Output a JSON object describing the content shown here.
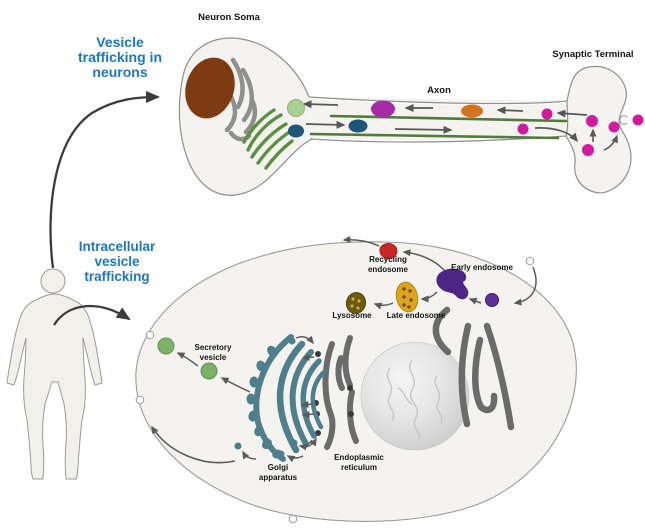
{
  "headings": {
    "neurons": "Vesicle\ntrafficking in\nneurons",
    "cell": "Intracellular\nvesicle\ntrafficking"
  },
  "labels": {
    "neuron_soma": "Neuron Soma",
    "axon": "Axon",
    "synaptic_terminal": "Synaptic Terminal",
    "secretory_vesicle": "Secretory\nvesicle",
    "golgi": "Golgi\napparatus",
    "er": "Endoplasmic\nreticulum",
    "recycling_endosome": "Recycling\nendosome",
    "early_endosome": "Early endosome",
    "late_endosome": "Late endosome",
    "lysosome": "Lysosome"
  },
  "colors": {
    "heading_blue": "#1b77c0",
    "membrane_fill": "#f4f3f0",
    "membrane_stroke": "#9a9a9a",
    "nucleus_brown": "#7e3a10",
    "soma_er_gray": "#8f8f8f",
    "soma_golgi_green": "#5b9043",
    "microtubule_green": "#507c3a",
    "synaptic_vesicle_magenta": "#d21a9e",
    "retrograde_cargo_purple": "#a62aa4",
    "cargo_orange": "#d4731f",
    "anterograde_cargo_blue": "#1f5578",
    "light_green_vesicle": "#abd093",
    "secretory_vesicle_green": "#7db167",
    "golgi_teal": "#4f7f8d",
    "er_dark_gray": "#6b6b6b",
    "early_endosome_purple": "#4e2587",
    "late_endosome_gold": "#d9a61d",
    "lysosome_olive": "#6e5b12",
    "recycling_endosome_red": "#cc2727",
    "arrow_gray": "#575757",
    "arrow_black": "#3b3b3b"
  }
}
